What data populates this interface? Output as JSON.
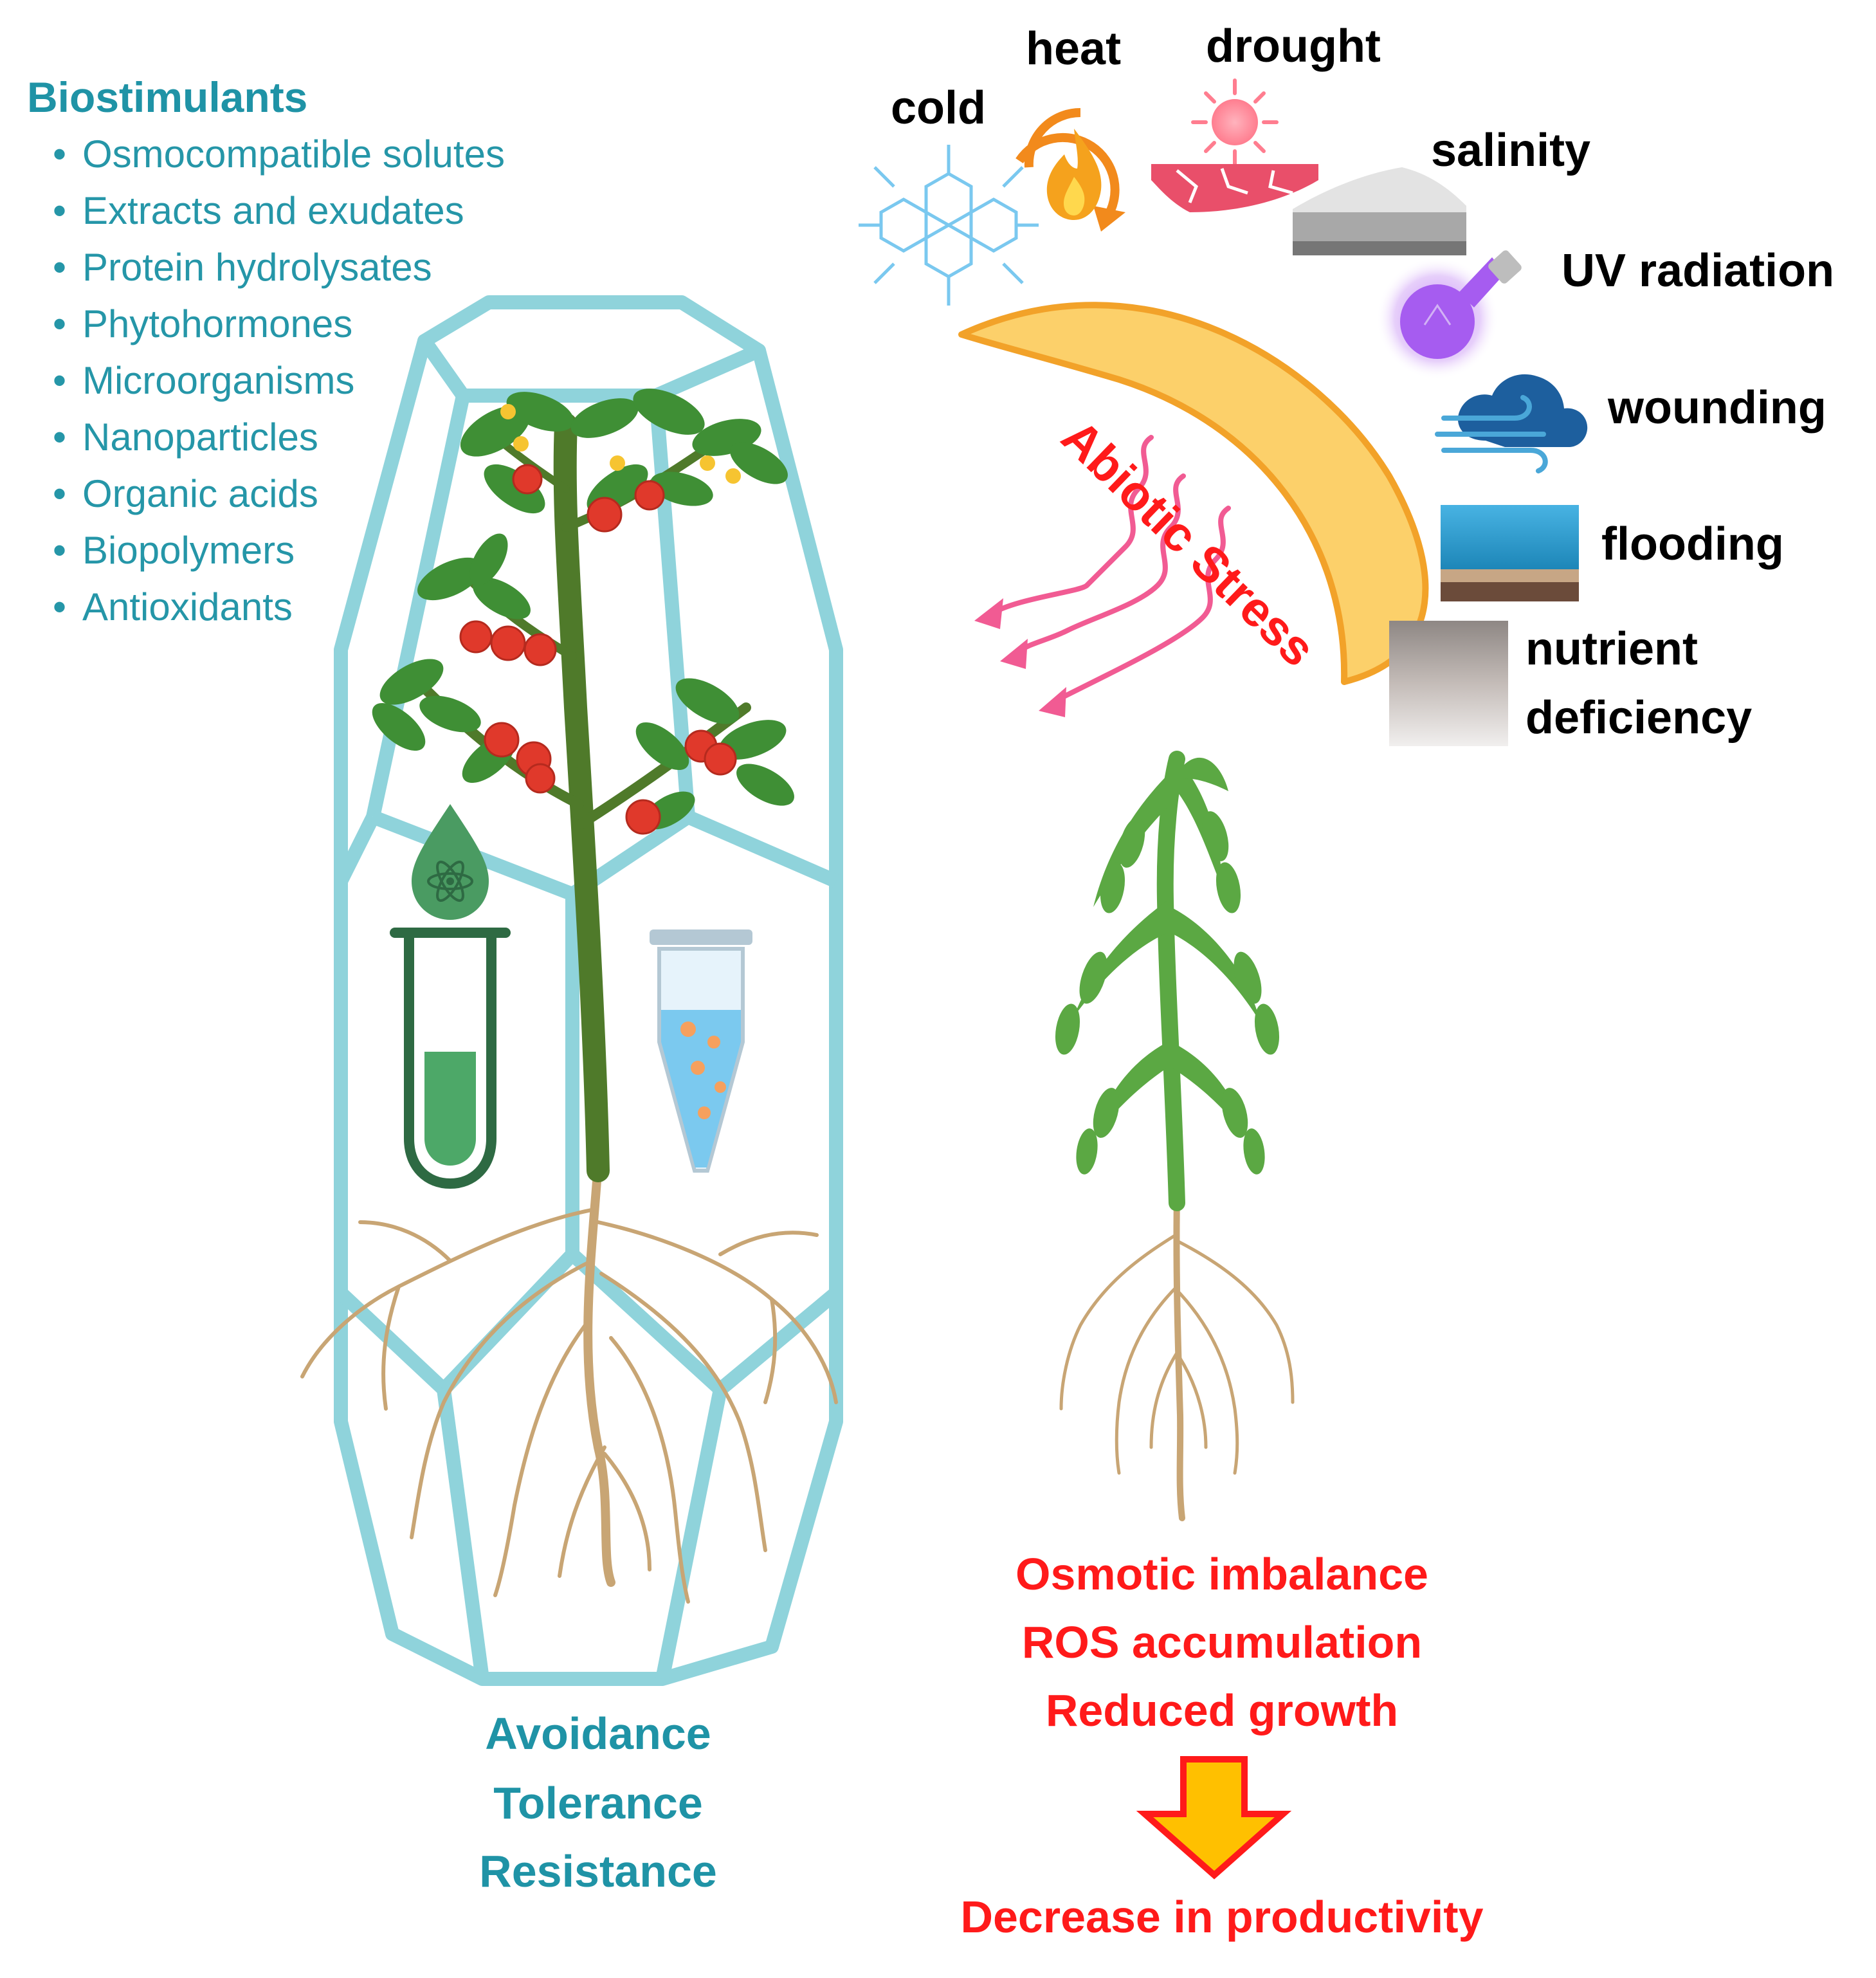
{
  "biostimulants": {
    "title": "Biostimulants",
    "bullet": "•",
    "items": [
      "Osmocompatible solutes",
      "Extracts and exudates",
      "Protein hydrolysates",
      "Phytohormones",
      "Microorganisms",
      "Nanoparticles",
      "Organic acids",
      "Biopolymers",
      "Antioxidants"
    ]
  },
  "abiotic": {
    "label": "Abiotic Stress",
    "stresses": {
      "cold": "cold",
      "heat": "heat",
      "drought": "drought",
      "salinity": "salinity",
      "uv": "UV radiation",
      "wounding": "wounding",
      "flooding": "flooding",
      "nutrient_line1": "nutrient",
      "nutrient_line2": "deficiency"
    }
  },
  "responses": {
    "avoidance": "Avoidance",
    "tolerance": "Tolerance",
    "resistance": "Resistance"
  },
  "consequences": {
    "osmotic": "Osmotic imbalance",
    "ros": "ROS accumulation",
    "growth": "Reduced growth",
    "productivity": "Decrease in productivity"
  },
  "colors": {
    "teal": "#1f93a6",
    "red": "#ff1a1a",
    "cage": "#8fd3db",
    "arc_fill": "#fcd06a",
    "arc_stroke": "#f2a229",
    "arrow_fill": "#ffc000",
    "arrow_stroke": "#ff1a1a"
  }
}
